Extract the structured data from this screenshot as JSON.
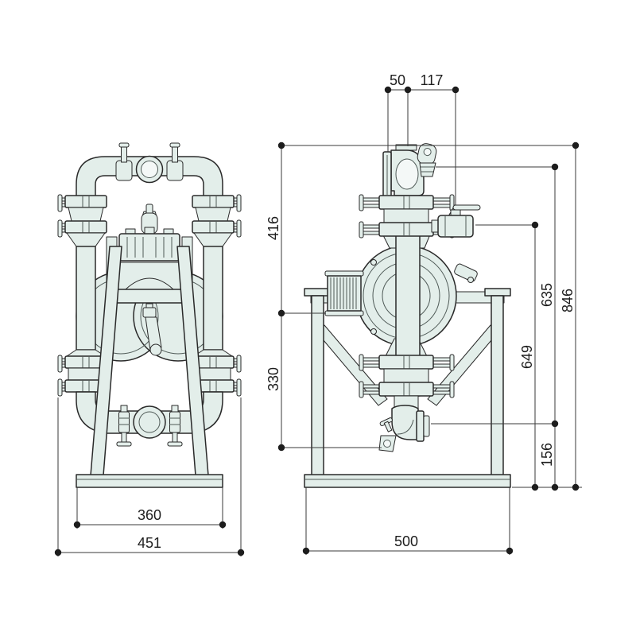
{
  "colors": {
    "background": "#ffffff",
    "body_fill": "#e3eeea",
    "outline": "#2a2a2a",
    "detail": "#4f5a57",
    "dimension": "#3a3a3a",
    "label": "#1d1d1d"
  },
  "dims": {
    "d50": "50",
    "d117": "117",
    "d416": "416",
    "d330": "330",
    "d360": "360",
    "d451": "451",
    "d635": "635",
    "d846": "846",
    "d649": "649",
    "d156": "156",
    "d500": "500"
  }
}
